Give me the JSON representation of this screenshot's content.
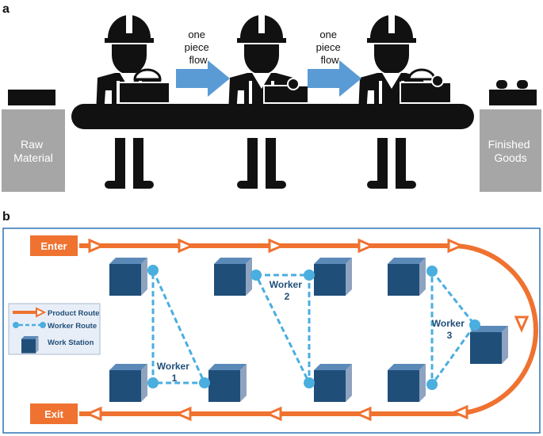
{
  "panel_a": {
    "label": "a",
    "flow_label_1": [
      "one",
      "piece",
      "flow"
    ],
    "flow_label_2": [
      "one",
      "piece",
      "flow"
    ],
    "raw_material": [
      "Raw",
      "Material"
    ],
    "finished_goods": [
      "Finished",
      "Goods"
    ]
  },
  "panel_b": {
    "label": "b",
    "enter": "Enter",
    "exit": "Exit",
    "legend": {
      "product_route": "Product Route",
      "worker_route": "Worker Route",
      "work_station": "Work Station"
    },
    "worker_1": [
      "Worker",
      "1"
    ],
    "worker_2": [
      "Worker",
      "2"
    ],
    "worker_3": [
      "Worker",
      "3"
    ]
  },
  "colors": {
    "orange": "#ef7230",
    "worker_blue": "#4aaedf",
    "station_front": "#1f4e79",
    "station_top": "#5b8ab8",
    "station_side": "#8ea3c0",
    "flow_arrow": "#5b9bd5",
    "black": "#111111",
    "gray": "#a6a6a6",
    "label_blue": "#1f4e79"
  }
}
